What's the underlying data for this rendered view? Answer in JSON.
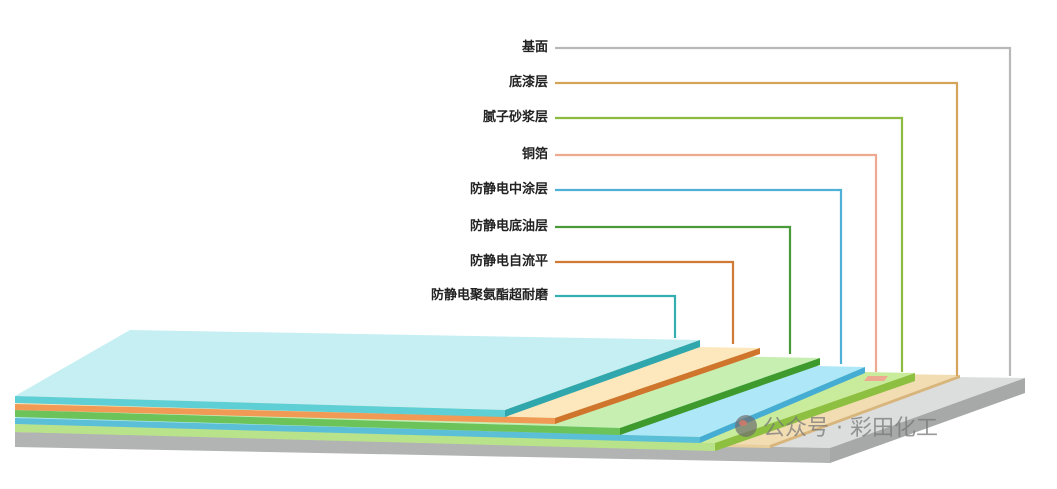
{
  "diagram": {
    "type": "layered floor system cross-section",
    "layers": [
      {
        "label": "基面",
        "color": "#b8b8b8"
      },
      {
        "label": "底漆层",
        "color": "#d4a45a"
      },
      {
        "label": "腻子砂浆层",
        "color": "#8dbb3f"
      },
      {
        "label": "铜箔",
        "color": "#eeaa90"
      },
      {
        "label": "防静电中涂层",
        "color": "#4fb1d6"
      },
      {
        "label": "防静电底油层",
        "color": "#4a9a3a"
      },
      {
        "label": "防静电自流平",
        "color": "#d07a35"
      },
      {
        "label": "防静电聚氨酯超耐磨",
        "color": "#35aeb0"
      }
    ]
  },
  "watermark": {
    "text": "公众号 · 彩田化工",
    "icon": "wechat-icon"
  }
}
